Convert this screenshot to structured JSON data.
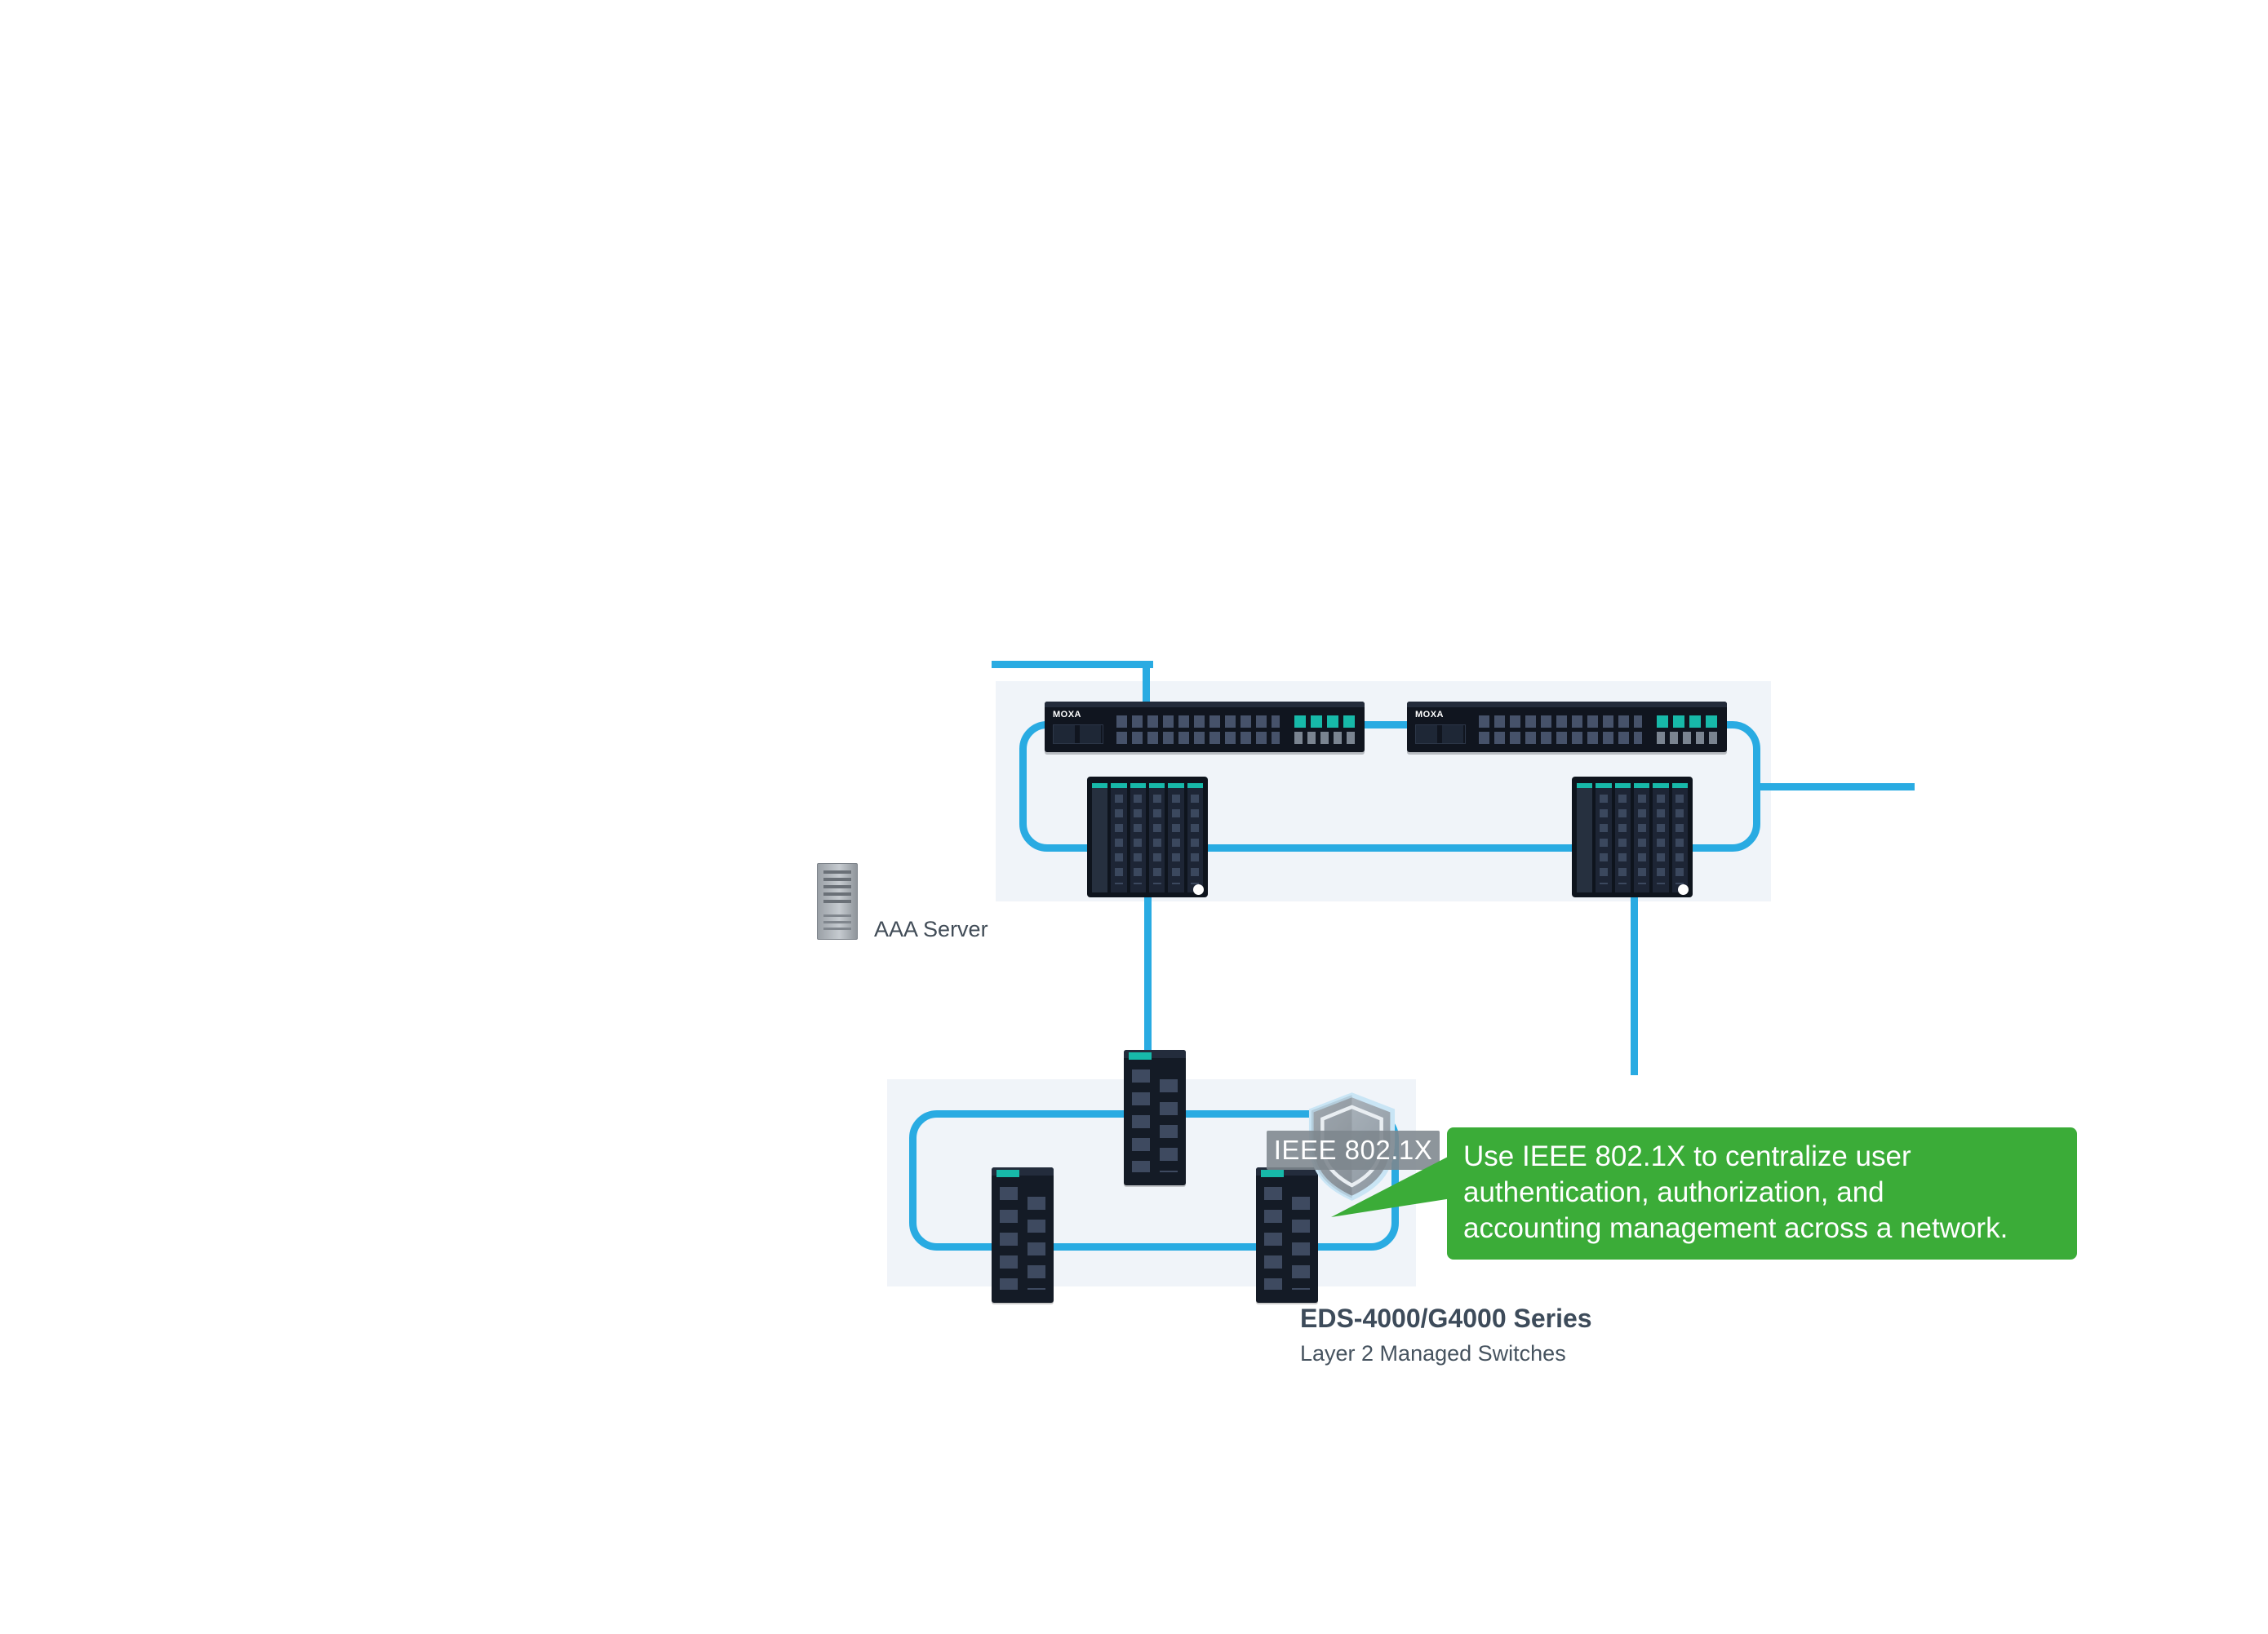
{
  "colors": {
    "link": "#29ABE2",
    "panel": "#F0F4F9",
    "green": "#3BAC38",
    "badge_bg": "rgba(125,134,141,0.88)",
    "device_dark": "#131A26",
    "device_teal": "#17B9A9",
    "text_dark": "#3D4B5A"
  },
  "labels": {
    "aaa_server": "AAA Server",
    "ieee_badge": "IEEE 802.1X",
    "moxa_logo": "MOXA",
    "series_title": "EDS-4000/G4000 Series",
    "series_subtitle": "Layer 2 Managed Switches"
  },
  "callout": {
    "lines": [
      "Use IEEE 802.1X to centralize user",
      "authentication, authorization, and",
      "accounting management across a network."
    ]
  }
}
